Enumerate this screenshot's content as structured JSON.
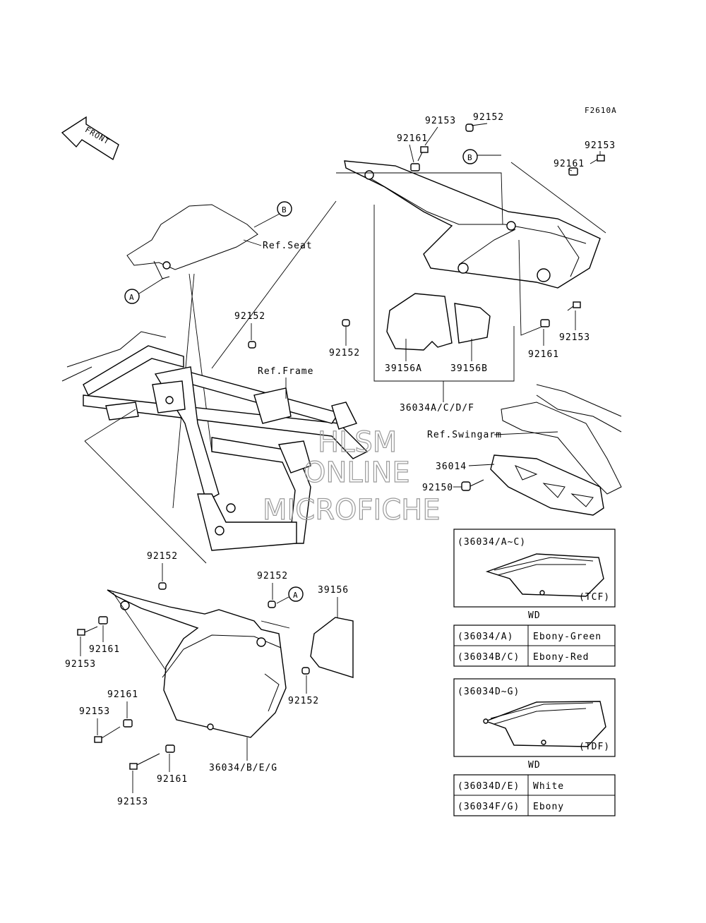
{
  "figure_code": "F2610A",
  "front_label": "FRONT",
  "refs": {
    "seat": "Ref.Seat",
    "frame": "Ref.Frame",
    "swingarm": "Ref.Swingarm"
  },
  "callouts": {
    "a": "A",
    "b": "B"
  },
  "part_numbers": {
    "p92153_top_left": "92153",
    "p92152_top": "92152",
    "p92161_top_left": "92161",
    "p92153_top_right": "92153",
    "p92161_top_right": "92161",
    "p92152_mid": "92152",
    "p92152_right": "92152",
    "p92161_right": "92161",
    "p92153_right": "92153",
    "p39156A": "39156A",
    "p39156B": "39156B",
    "p36034_ACDF": "36034A/C/D/F",
    "p36014": "36014",
    "p92150": "92150",
    "p92152_bl1": "92152",
    "p92152_bl2": "92152",
    "p39156": "39156",
    "p92161_bl1": "92161",
    "p92153_bl1": "92153",
    "p92161_bl2": "92161",
    "p92153_bl2": "92153",
    "p92152_bl3": "92152",
    "p36034_BEG": "36034/B/E/G",
    "p92161_bl3": "92161",
    "p92153_bl3": "92153"
  },
  "watermark": {
    "line1": "HLSM",
    "line2": "ONLINE",
    "line3": "MICROFICHE"
  },
  "variant_tcf": {
    "title": "(36034/A~C)",
    "tag": "(TCF)",
    "market": "WD",
    "rows": [
      {
        "code": "(36034/A)",
        "color": "Ebony-Green"
      },
      {
        "code": "(36034B/C)",
        "color": "Ebony-Red"
      }
    ]
  },
  "variant_tdf": {
    "title": "(36034D~G)",
    "tag": "(TDF)",
    "market": "WD",
    "rows": [
      {
        "code": "(36034D/E)",
        "color": "White"
      },
      {
        "code": "(36034F/G)",
        "color": "Ebony"
      }
    ]
  }
}
